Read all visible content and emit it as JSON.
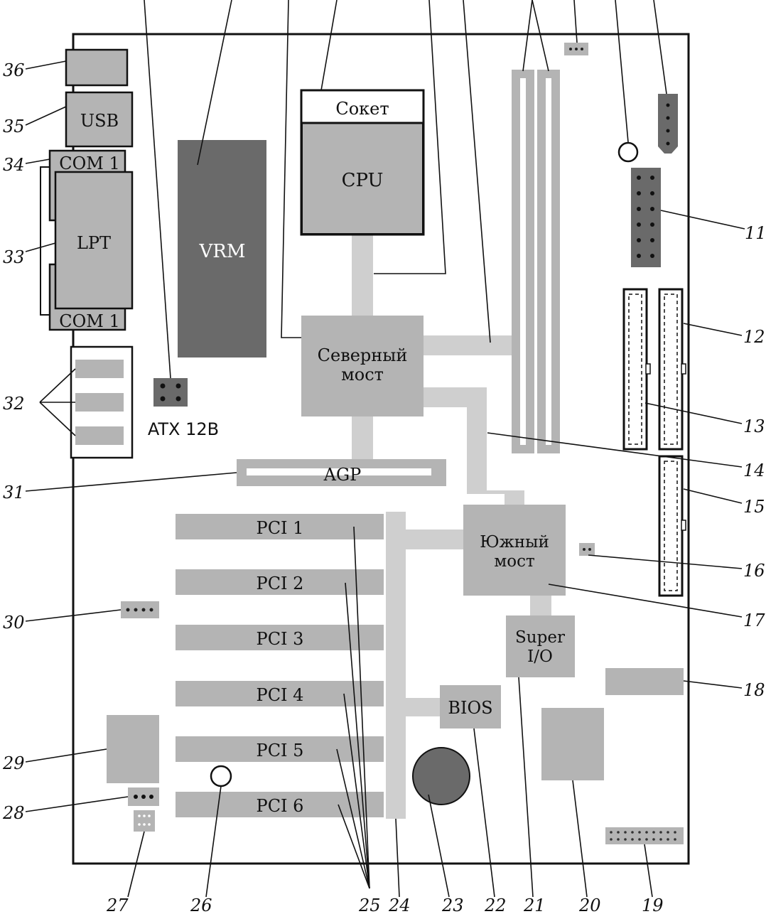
{
  "labels": {
    "socket": "Сокет",
    "cpu": "CPU",
    "vrm": "VRM",
    "north_bridge_1": "Северный",
    "north_bridge_2": "мост",
    "south_bridge_1": "Южный",
    "south_bridge_2": "мост",
    "usb": "USB",
    "com1_top": "COM 1",
    "com1_bottom": "COM 1",
    "lpt": "LPT",
    "atx12v": "ATX 12В",
    "agp": "AGP",
    "pci": [
      "PCI 1",
      "PCI 2",
      "PCI 3",
      "PCI 4",
      "PCI 5",
      "PCI 6"
    ],
    "bios": "BIOS",
    "superio_1": "Super",
    "superio_2": "I/O"
  },
  "callouts": [
    "11",
    "12",
    "13",
    "14",
    "15",
    "16",
    "17",
    "18",
    "19",
    "20",
    "21",
    "22",
    "23",
    "24",
    "25",
    "26",
    "27",
    "28",
    "29",
    "30",
    "31",
    "32",
    "33",
    "34",
    "35",
    "36"
  ],
  "colors": {
    "board_outline": "#111111",
    "component_light": "#b4b4b4",
    "component_dark": "#6a6a6a",
    "bus": "#cfcfcf",
    "background": "#ffffff"
  }
}
